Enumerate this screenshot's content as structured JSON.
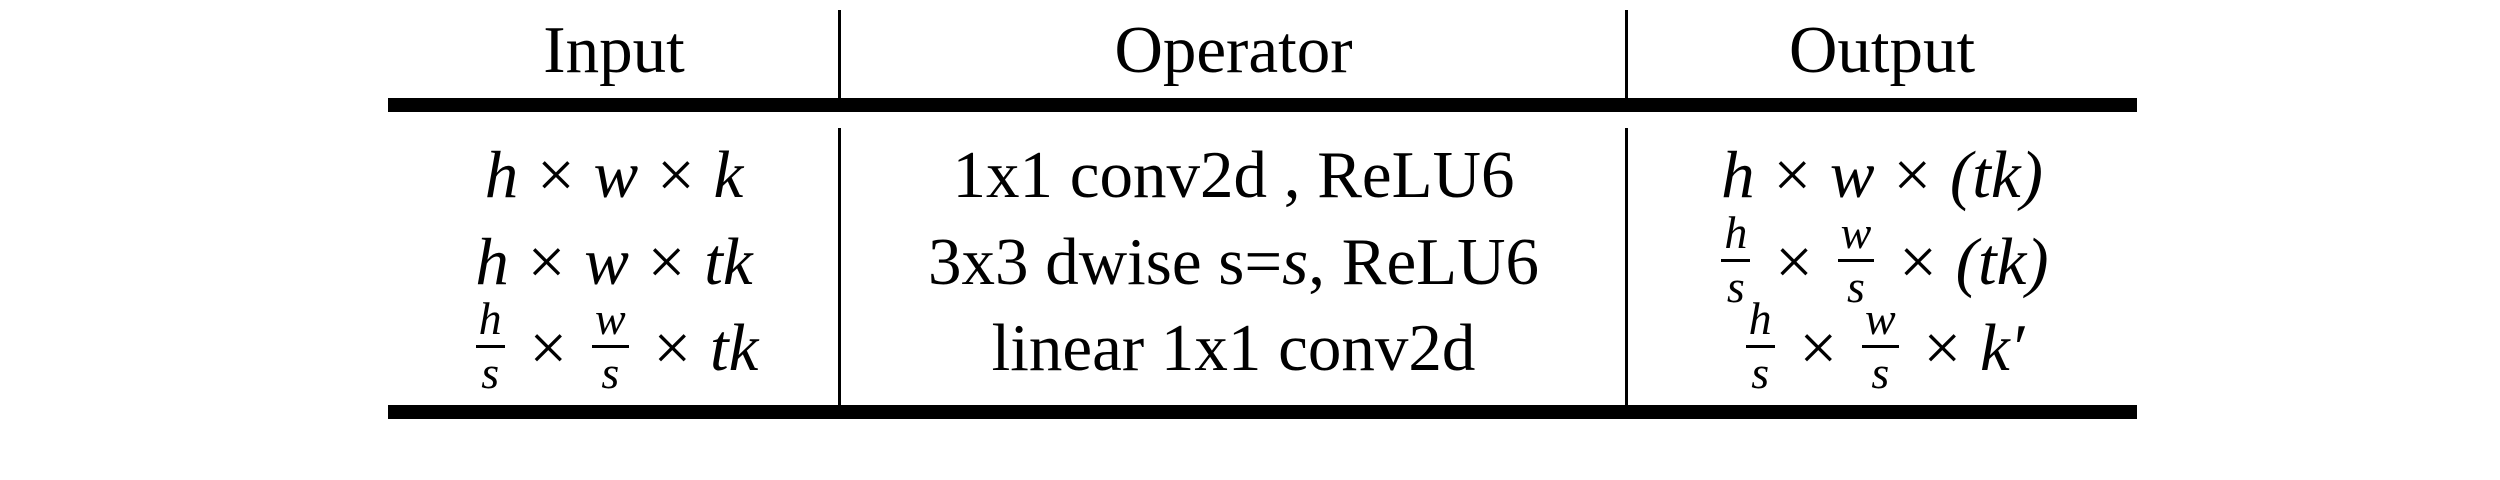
{
  "table": {
    "headers": [
      "Input",
      "Operator",
      "Output"
    ],
    "rows": [
      {
        "input": {
          "a": "h",
          "b": "w",
          "c": "k"
        },
        "operator": {
          "text": "1x1 conv2d , ReLU6"
        },
        "output": {
          "a": "h",
          "b": "w",
          "c": "(tk)"
        }
      },
      {
        "input": {
          "a": "h",
          "b": "w",
          "c": "tk"
        },
        "operator": {
          "pre": "3x3 dwise s=",
          "var": "s",
          "post": ", ReLU6"
        },
        "output": {
          "num1": "h",
          "den1": "s",
          "num2": "w",
          "den2": "s",
          "c": "(tk)"
        }
      },
      {
        "input": {
          "num1": "h",
          "den1": "s",
          "num2": "w",
          "den2": "s",
          "c": "tk"
        },
        "operator": {
          "text": "linear 1x1 conv2d"
        },
        "output": {
          "num1": "h",
          "den1": "s",
          "num2": "w",
          "den2": "s",
          "c": "k′"
        }
      }
    ],
    "times_symbol": "×"
  }
}
